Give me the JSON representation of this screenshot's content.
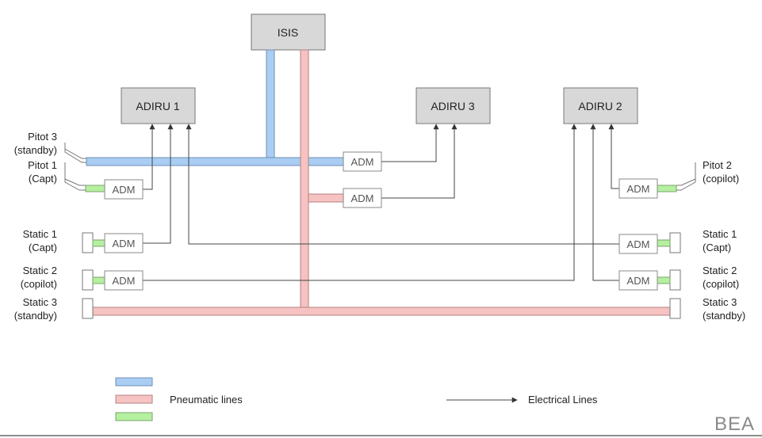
{
  "units": {
    "isis": "ISIS",
    "adiru1": "ADIRU 1",
    "adiru2": "ADIRU 2",
    "adiru3": "ADIRU 3"
  },
  "adm_label": "ADM",
  "left_labels": {
    "pitot3": [
      "Pitot 3",
      "(standby)"
    ],
    "pitot1": [
      "Pitot 1",
      "(Capt)"
    ],
    "static1": [
      "Static 1",
      "(Capt)"
    ],
    "static2": [
      "Static 2",
      "(copilot)"
    ],
    "static3": [
      "Static 3",
      "(standby)"
    ]
  },
  "right_labels": {
    "pitot2": [
      "Pitot 2",
      "(copilot)"
    ],
    "static1": [
      "Static 1",
      "(Capt)"
    ],
    "static2": [
      "Static 2",
      "(copilot)"
    ],
    "static3": [
      "Static 3",
      "(standby)"
    ]
  },
  "legend": {
    "blue_label": "",
    "pink_label": "Pneumatic lines",
    "green_label": "",
    "electrical_label": "Electrical Lines"
  },
  "logo": "BEA",
  "colors": {
    "blue": "#a9cdf3",
    "pink": "#f6c2c2",
    "green": "#b5f0a0",
    "unit_box": "#d8d8d8"
  }
}
